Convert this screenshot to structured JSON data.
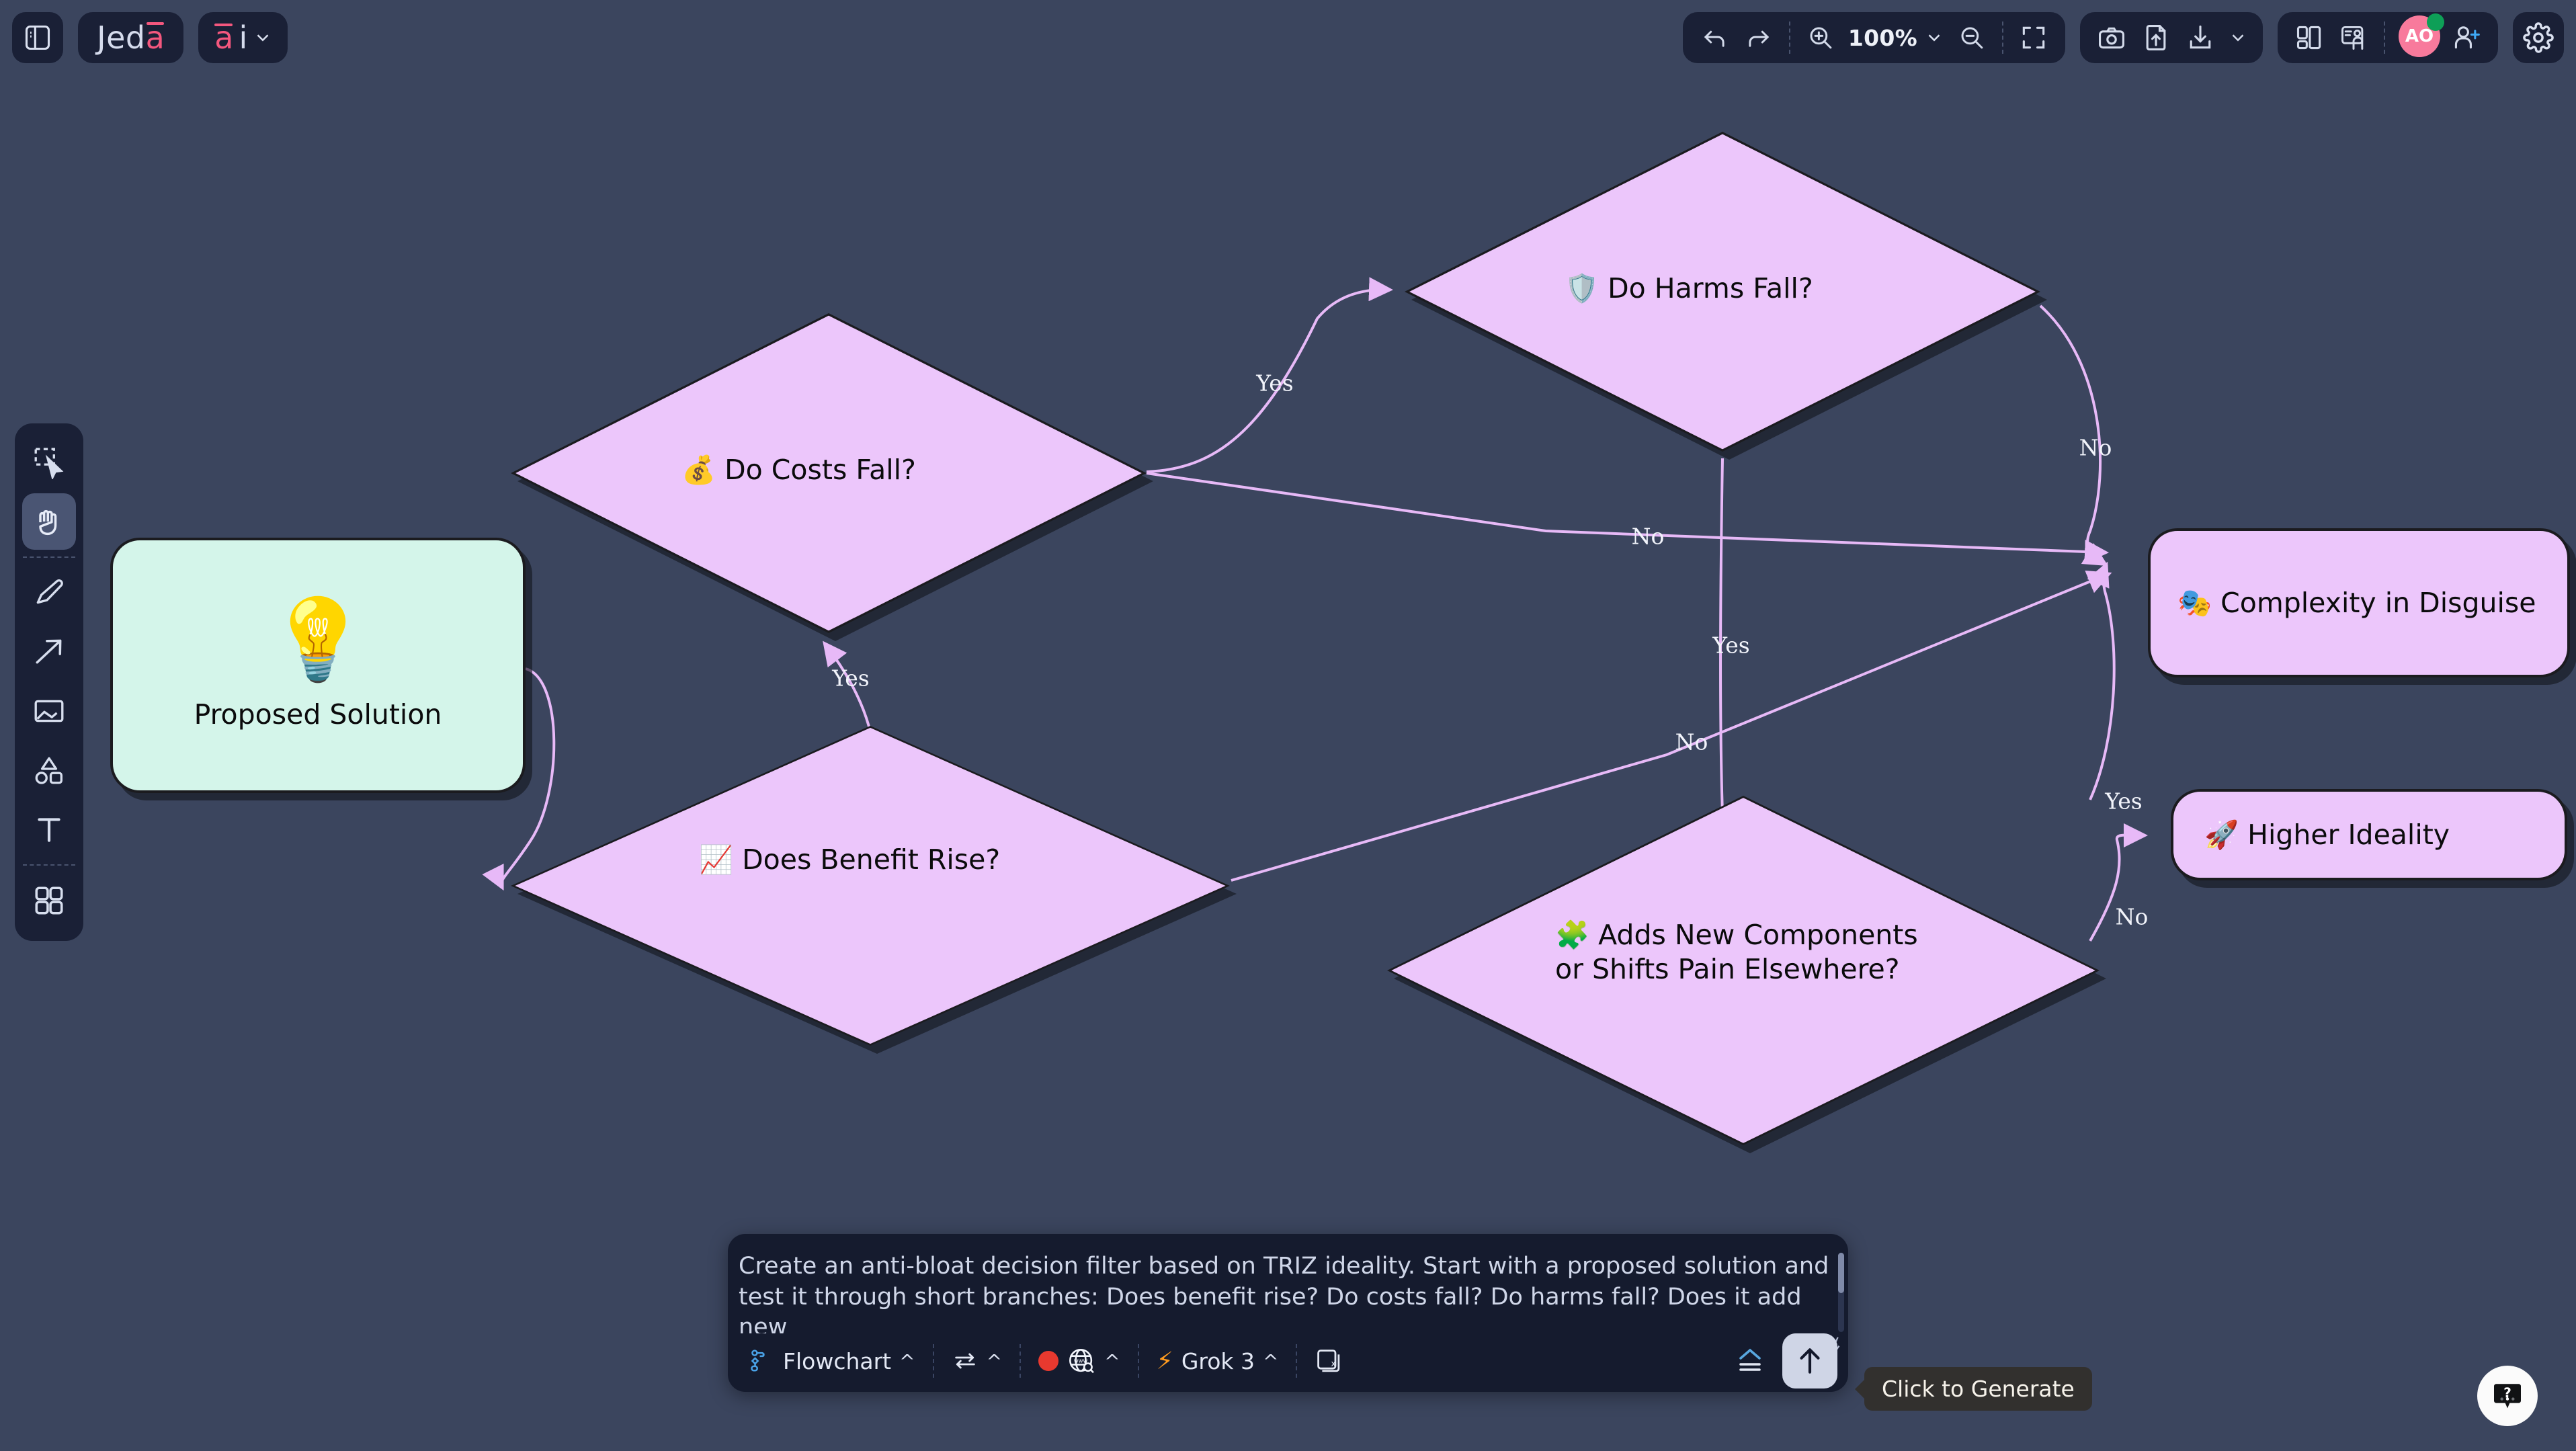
{
  "app": {
    "brand_main": "Jed",
    "brand_accent": "a",
    "ai_label_a": "a",
    "ai_label_i": "i"
  },
  "topbar": {
    "sidebar_toggle": "sidebar-toggle",
    "undo": "Undo",
    "redo": "Redo",
    "zoom_in": "Zoom in",
    "zoom_level": "100%",
    "zoom_out": "Zoom out",
    "fit_screen": "Fit to screen",
    "screenshot": "Screenshot",
    "upload": "Upload",
    "download": "Download",
    "layout": "Layout",
    "present": "Present",
    "avatar_initials": "AO",
    "invite": "Invite",
    "settings": "Settings"
  },
  "left_toolbar": {
    "items": [
      {
        "name": "select-tool",
        "label": "Select",
        "active": false
      },
      {
        "name": "hand-tool",
        "label": "Hand",
        "active": true
      },
      {
        "name": "pencil-tool",
        "label": "Pencil",
        "active": false
      },
      {
        "name": "arrow-tool",
        "label": "Arrow",
        "active": false
      },
      {
        "name": "image-tool",
        "label": "Image",
        "active": false
      },
      {
        "name": "shapes-tool",
        "label": "Shapes",
        "active": false
      },
      {
        "name": "text-tool",
        "label": "Text",
        "active": false
      },
      {
        "name": "grid-tool",
        "label": "Templates",
        "active": false
      }
    ]
  },
  "chart_data": {
    "type": "flowchart",
    "title": "Anti-bloat decision filter based on TRIZ ideality",
    "nodes": [
      {
        "id": "start",
        "shape": "rounded-rect",
        "emoji": "💡",
        "label": "Proposed Solution",
        "fill": "#d4f5ea"
      },
      {
        "id": "benefit",
        "shape": "diamond",
        "emoji": "📈",
        "label": "Does Benefit Rise?",
        "fill": "#ecc6fb"
      },
      {
        "id": "costs",
        "shape": "diamond",
        "emoji": "💰",
        "label": "Do Costs Fall?",
        "fill": "#ecc6fb"
      },
      {
        "id": "harms",
        "shape": "diamond",
        "emoji": "🛡️",
        "label": "Do Harms Fall?",
        "fill": "#ecc6fb"
      },
      {
        "id": "newparts",
        "shape": "diamond",
        "emoji": "🧩",
        "label": "Adds New Components or Shifts Pain Elsewhere?",
        "fill": "#ecc6fb"
      },
      {
        "id": "complex",
        "shape": "rounded-rect",
        "emoji": "🎭",
        "label": "Complexity in Disguise",
        "fill": "#ecc6fb"
      },
      {
        "id": "ideality",
        "shape": "rounded-rect",
        "emoji": "🚀",
        "label": "Higher Ideality",
        "fill": "#ecc6fb"
      }
    ],
    "edges": [
      {
        "from": "start",
        "to": "benefit",
        "label": ""
      },
      {
        "from": "benefit",
        "to": "costs",
        "label": "Yes"
      },
      {
        "from": "benefit",
        "to": "complex",
        "label": "No"
      },
      {
        "from": "costs",
        "to": "harms",
        "label": "Yes"
      },
      {
        "from": "costs",
        "to": "complex",
        "label": "No"
      },
      {
        "from": "harms",
        "to": "newparts",
        "label": "Yes"
      },
      {
        "from": "harms",
        "to": "complex",
        "label": "No"
      },
      {
        "from": "newparts",
        "to": "complex",
        "label": "Yes"
      },
      {
        "from": "newparts",
        "to": "ideality",
        "label": "No"
      }
    ],
    "edge_labels": [
      "Yes",
      "No",
      "Yes",
      "No",
      "Yes",
      "No",
      "Yes",
      "No"
    ]
  },
  "prompt": {
    "text": "Create an anti-bloat decision filter based on TRIZ ideality. Start with a proposed solution and test it through short branches: Does benefit rise? Do costs fall? Do harms fall? Does it add new",
    "diagram_type": "Flowchart",
    "direction_label": "Direction",
    "language_label": "Language",
    "model": "Grok 3",
    "attach_label": "Attach",
    "send_label": "Generate",
    "tooltip": "Click to Generate"
  },
  "help": {
    "label": "Help"
  }
}
